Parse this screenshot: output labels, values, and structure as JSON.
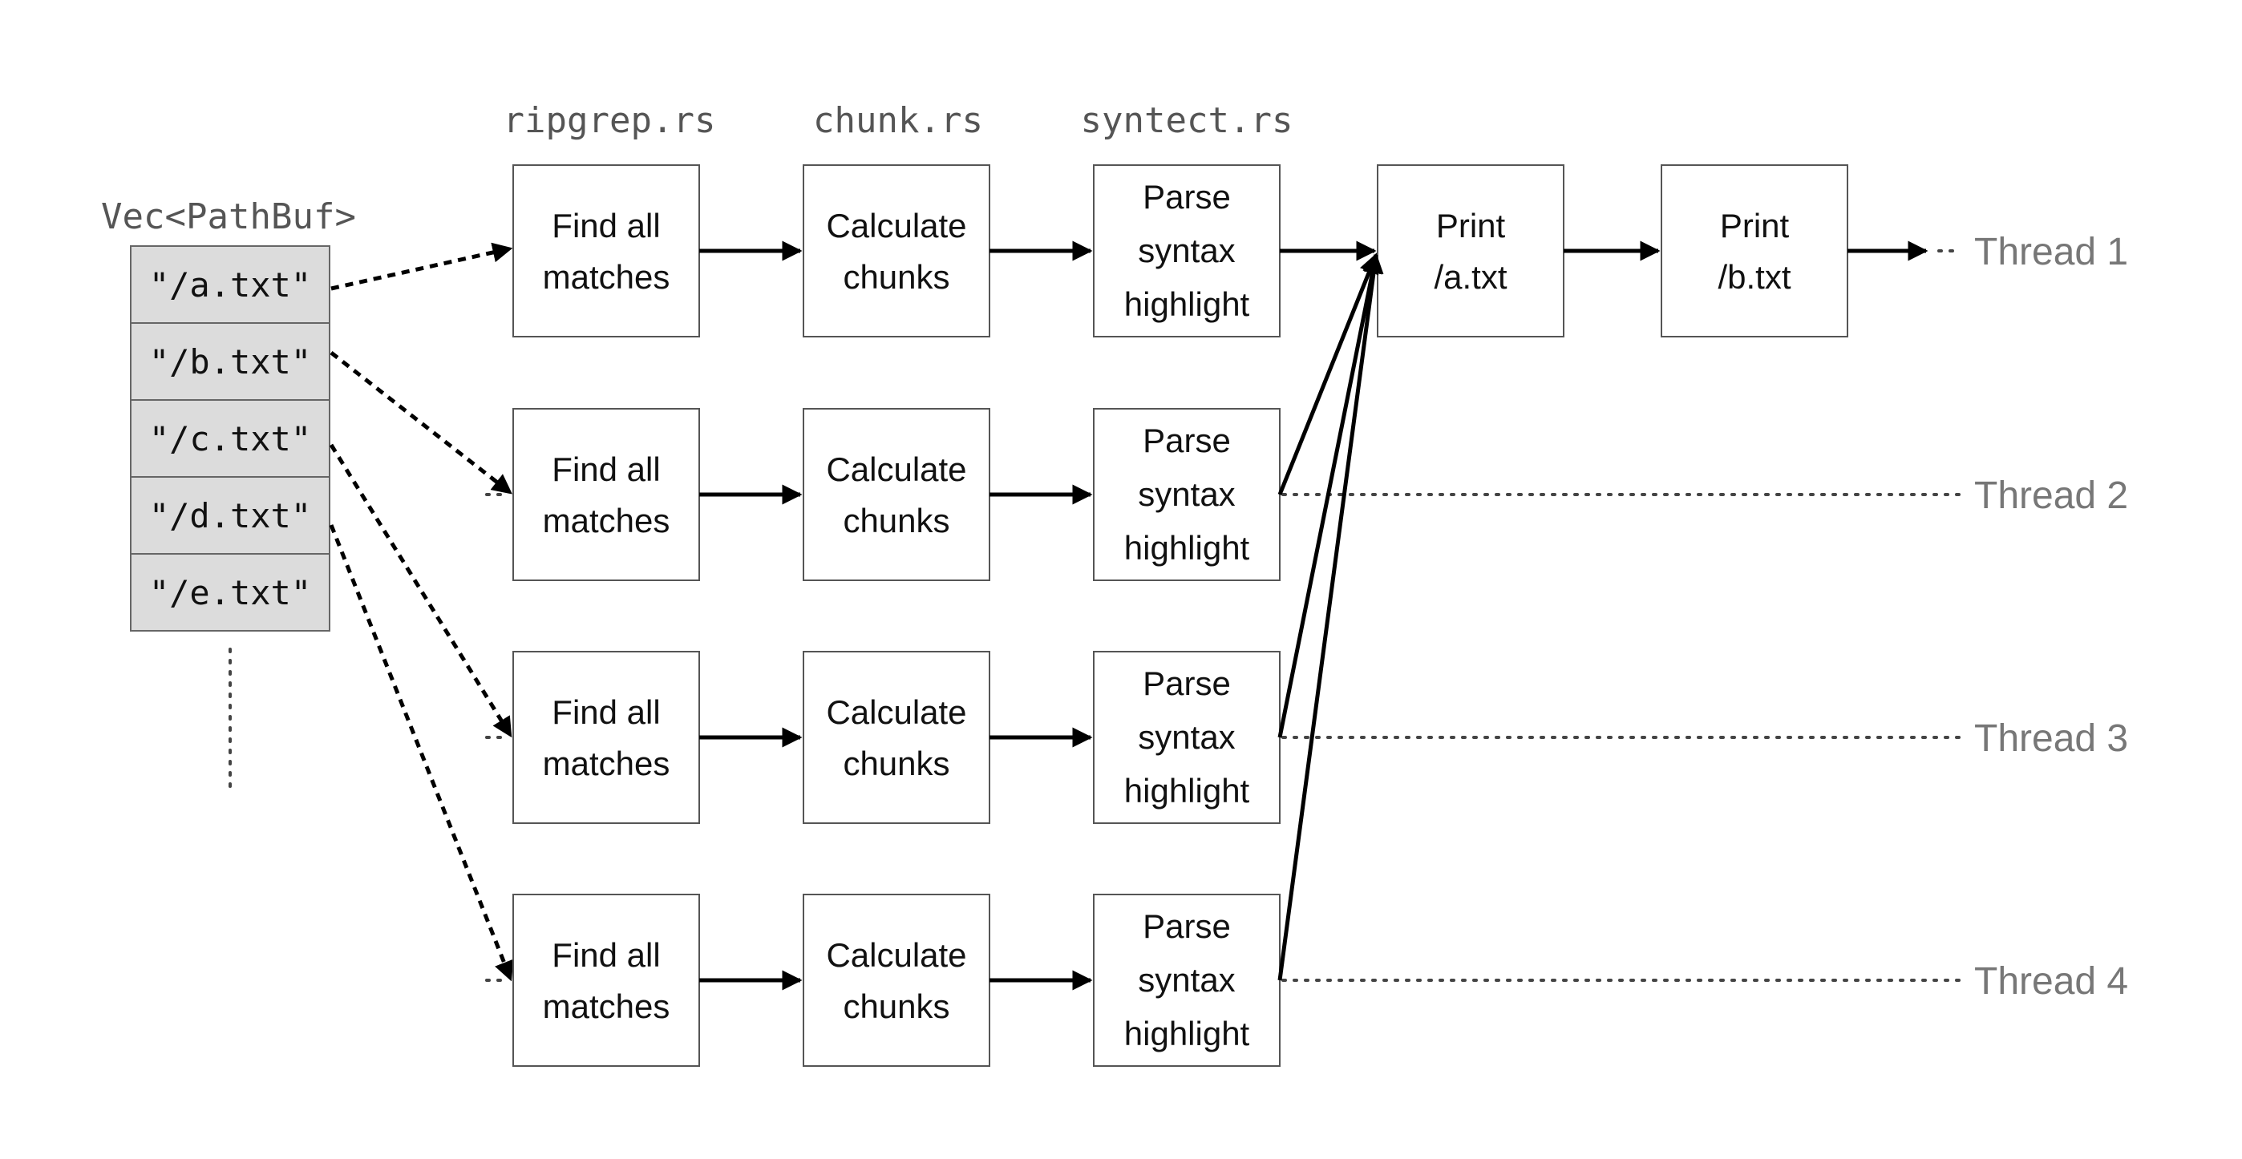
{
  "modules": [
    "ripgrep.rs",
    "chunk.rs",
    "syntect.rs"
  ],
  "vec": {
    "label": "Vec<PathBuf>",
    "files": [
      "\"/a.txt\"",
      "\"/b.txt\"",
      "\"/c.txt\"",
      "\"/d.txt\"",
      "\"/e.txt\""
    ]
  },
  "threads": [
    {
      "label": "Thread 1",
      "stages": [
        [
          "Find all",
          "matches"
        ],
        [
          "Calculate",
          "chunks"
        ],
        [
          "Parse",
          "syntax",
          "highlight"
        ],
        [
          "Print",
          "/a.txt"
        ],
        [
          "Print",
          "/b.txt"
        ]
      ]
    },
    {
      "label": "Thread 2",
      "stages": [
        [
          "Find all",
          "matches"
        ],
        [
          "Calculate",
          "chunks"
        ],
        [
          "Parse",
          "syntax",
          "highlight"
        ]
      ]
    },
    {
      "label": "Thread 3",
      "stages": [
        [
          "Find all",
          "matches"
        ],
        [
          "Calculate",
          "chunks"
        ],
        [
          "Parse",
          "syntax",
          "highlight"
        ]
      ]
    },
    {
      "label": "Thread 4",
      "stages": [
        [
          "Find all",
          "matches"
        ],
        [
          "Calculate",
          "chunks"
        ],
        [
          "Parse",
          "syntax",
          "highlight"
        ]
      ]
    }
  ]
}
